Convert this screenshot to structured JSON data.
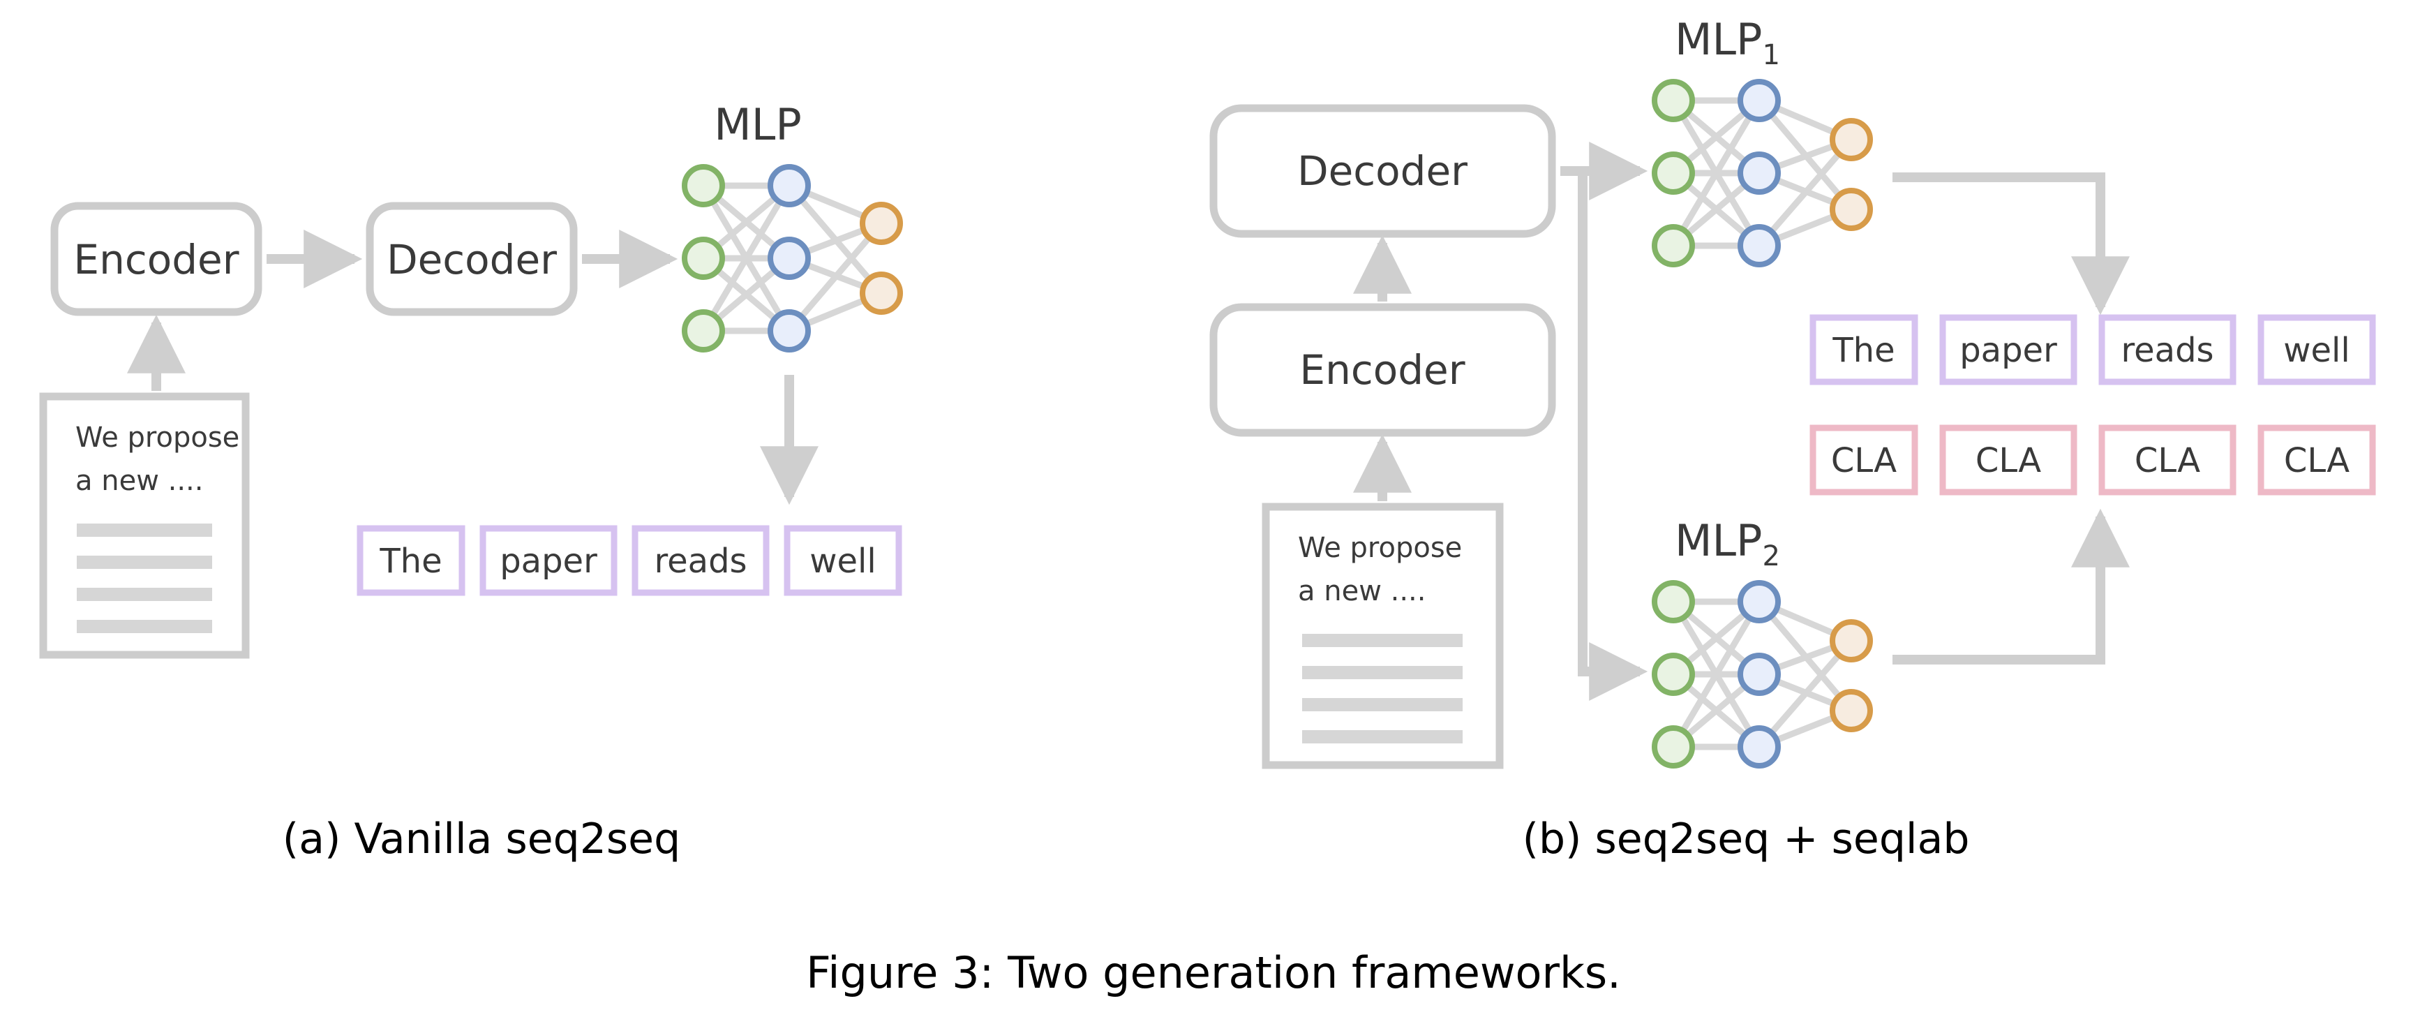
{
  "figure": {
    "caption": "Figure 3: Two generation frameworks.",
    "subcaption_a": "(a) Vanilla seq2seq",
    "subcaption_b": "(b) seq2seq + seqlab"
  },
  "colors": {
    "node_green_stroke": "#82b366",
    "node_green_fill": "#e9f3e3",
    "node_blue_stroke": "#6c8ebf",
    "node_blue_fill": "#e8eefb",
    "node_orange_stroke": "#d79b49",
    "node_orange_fill": "#f7ece0",
    "edge_gray": "#d0d0d0",
    "box_gray": "#cccccc",
    "token_purple": "#d6c2f0",
    "token_pink": "#eeb9c6",
    "text_dark": "#3a3a3a",
    "doc_bar": "#d6d6d6"
  },
  "panel_a": {
    "encoder_label": "Encoder",
    "decoder_label": "Decoder",
    "mlp_label": "MLP",
    "document": {
      "line1": "We propose",
      "line2": "a new ....",
      "bar_count": 4
    },
    "network": {
      "input_nodes": 3,
      "hidden_nodes": 3,
      "output_nodes": 2
    },
    "tokens": [
      "The",
      "paper",
      "reads",
      "well"
    ]
  },
  "panel_b": {
    "encoder_label": "Encoder",
    "decoder_label": "Decoder",
    "mlp1_label": "MLP",
    "mlp1_sub": "1",
    "mlp2_label": "MLP",
    "mlp2_sub": "2",
    "document": {
      "line1": "We propose",
      "line2": "a new ....",
      "bar_count": 4
    },
    "network": {
      "input_nodes": 3,
      "hidden_nodes": 3,
      "output_nodes": 2
    },
    "tokens": [
      "The",
      "paper",
      "reads",
      "well"
    ],
    "labels": [
      "CLA",
      "CLA",
      "CLA",
      "CLA"
    ]
  }
}
